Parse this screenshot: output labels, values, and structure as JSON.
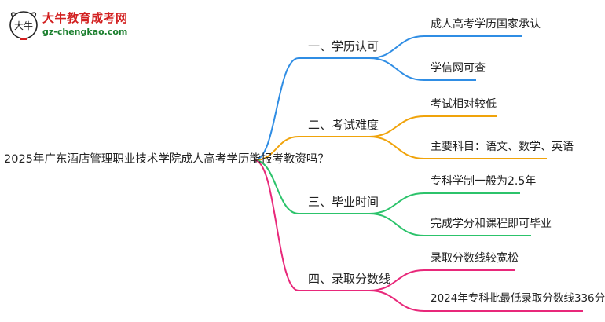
{
  "logo": {
    "name": "大牛教育成考网",
    "url": "gz-chengkao.com",
    "mark_text": "大牛"
  },
  "root": {
    "label": "2025年广东酒店管理职业技术学院成人高考学历能报考教资吗？"
  },
  "branches": [
    {
      "label": "一、学历认可",
      "color": "#2f8de4",
      "leaves": [
        "成人高考学历国家承认",
        "学信网可查"
      ]
    },
    {
      "label": "二、考试难度",
      "color": "#f0a30a",
      "leaves": [
        "考试相对较低",
        "主要科目：语文、数学、英语"
      ]
    },
    {
      "label": "三、毕业时间",
      "color": "#2cc36b",
      "leaves": [
        "专科学制一般为2.5年",
        "完成学分和课程即可毕业"
      ]
    },
    {
      "label": "四、录取分数线",
      "color": "#e8287a",
      "leaves": [
        "录取分数线较宽松",
        "2024年专科批最低录取分数线336分"
      ]
    }
  ]
}
